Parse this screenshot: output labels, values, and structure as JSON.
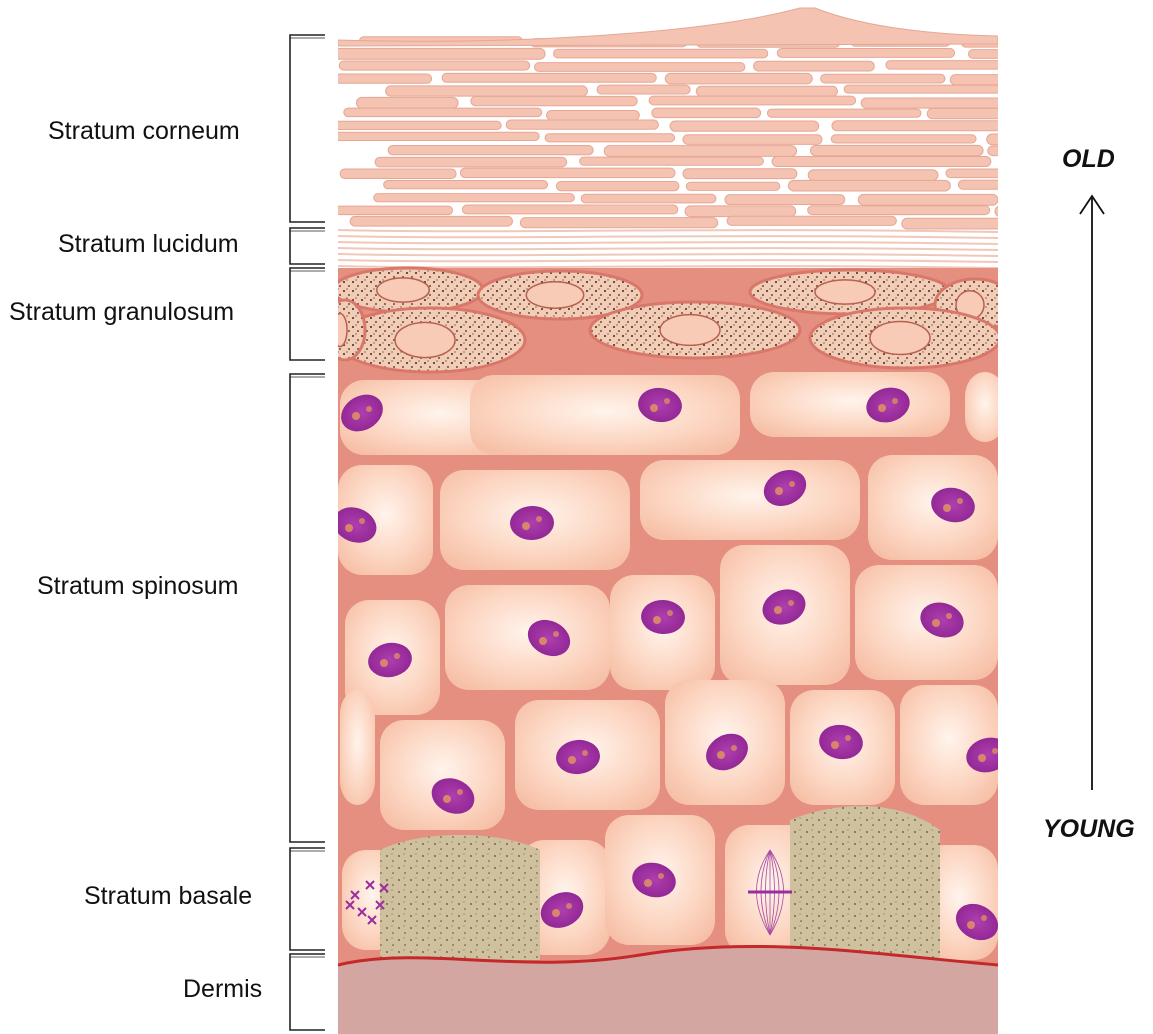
{
  "layers": [
    {
      "id": "corneum",
      "label": "Stratum corneum"
    },
    {
      "id": "lucidum",
      "label": "Stratum lucidum"
    },
    {
      "id": "granulosum",
      "label": "Stratum granulosum"
    },
    {
      "id": "spinosum",
      "label": "Stratum spinosum"
    },
    {
      "id": "basale",
      "label": "Stratum basale"
    },
    {
      "id": "dermis",
      "label": "Dermis"
    }
  ],
  "age_axis": {
    "top_label": "OLD",
    "bottom_label": "YOUNG"
  },
  "colors": {
    "corneum_cell": "#f4c3b1",
    "cell_body": "#fbd3bf",
    "cell_border": "#d9786a",
    "nucleus": "#9b2d9e",
    "nucleus_spot": "#e39a5e",
    "granule_fill": "#f2c8b0",
    "basal_matrix": "#cdbf9d",
    "dermis_fill": "#d4a6a1",
    "dermis_line": "#c4282a"
  }
}
